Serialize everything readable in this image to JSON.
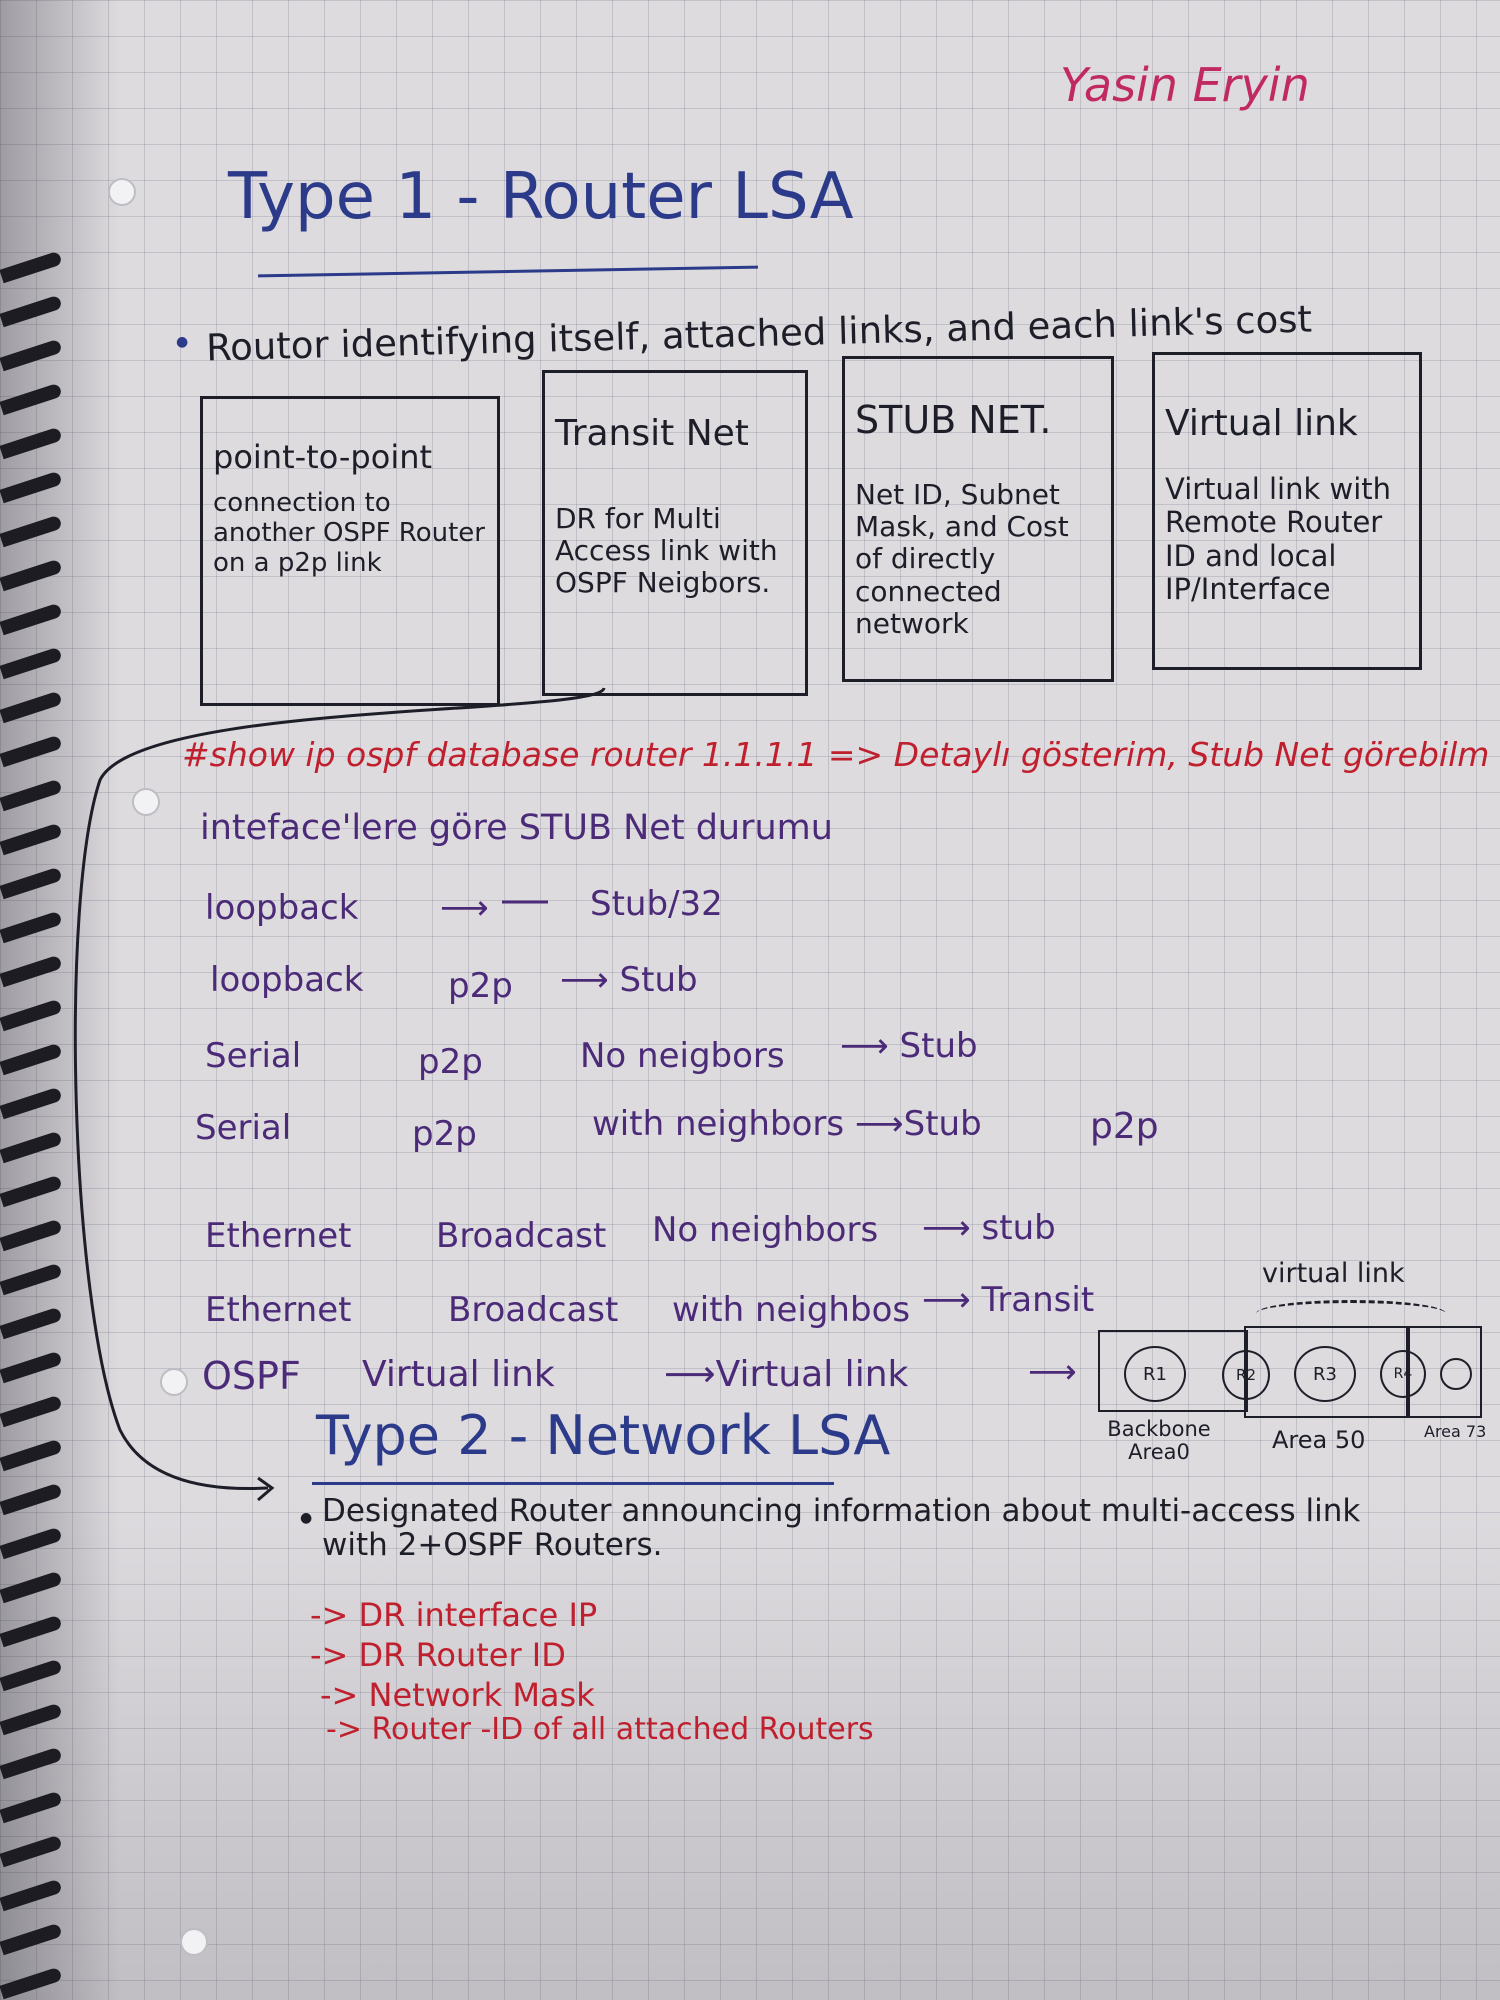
{
  "author": "Yasin Eryin",
  "type1": {
    "title": "Type 1 - Router LSA",
    "bullet": "Routor identifying itself, attached links, and each link's cost",
    "boxes": [
      {
        "title": "point-to-point",
        "body": "connection to another OSPF Router on a p2p link"
      },
      {
        "title": "Transit Net",
        "body": "DR for Multi Access link with OSPF Neigbors."
      },
      {
        "title": "STUB NET.",
        "body": "Net ID, Subnet Mask, and Cost of directly connected network"
      },
      {
        "title": "Virtual link",
        "body": "Virtual link with Remote Router ID and local IP/Interface"
      }
    ]
  },
  "command": "#show ip ospf database router 1.1.1.1 => Detaylı gösterim, Stub Net görebilm",
  "subheading": "inteface'lere göre STUB Net durumu",
  "rows": [
    {
      "c1": "loopback",
      "c2": "⟶",
      "c3": "Stub/32",
      "c4": ""
    },
    {
      "c1": "loopback",
      "c2": "p2p",
      "c3": "⟶ Stub",
      "c4": ""
    },
    {
      "c1": "Serial",
      "c2": "p2p",
      "c3": "No neigbors",
      "c4": "⟶ Stub"
    },
    {
      "c1": "Serial",
      "c2": "p2p",
      "c3": "with neighbors ⟶Stub",
      "c4": "p2p"
    },
    {
      "c1": "Ethernet",
      "c2": "Broadcast",
      "c3": "No neighbors",
      "c4": "⟶ stub"
    },
    {
      "c1": "Ethernet",
      "c2": "Broadcast",
      "c3": "with neighbos",
      "c4": "⟶ Transit"
    },
    {
      "c1": "OSPF",
      "c2": "Virtual link",
      "c3": "⟶Virtual link",
      "c4": "⟶"
    }
  ],
  "diagram": {
    "label": "virtual link",
    "routers": [
      "R1",
      "R2",
      "R3",
      "R4"
    ],
    "areas": [
      "Backbone Area0",
      "Area 50",
      "Area 73"
    ]
  },
  "type2": {
    "title": "Type 2 - Network LSA",
    "bullet": "Designated Router announcing information about multi-access link with 2+OSPF Routers.",
    "items": [
      "-> DR interface IP",
      "-> DR Router ID",
      "-> Network Mask",
      "-> Router -ID of all attached Routers"
    ]
  },
  "colors": {
    "paper": "#dedbdf",
    "grid": "#8c8ca0",
    "blue_ink": "#2c3a8a",
    "black_ink": "#1e1e28",
    "red_ink": "#c0202e",
    "purple_ink": "#4b2a78"
  }
}
